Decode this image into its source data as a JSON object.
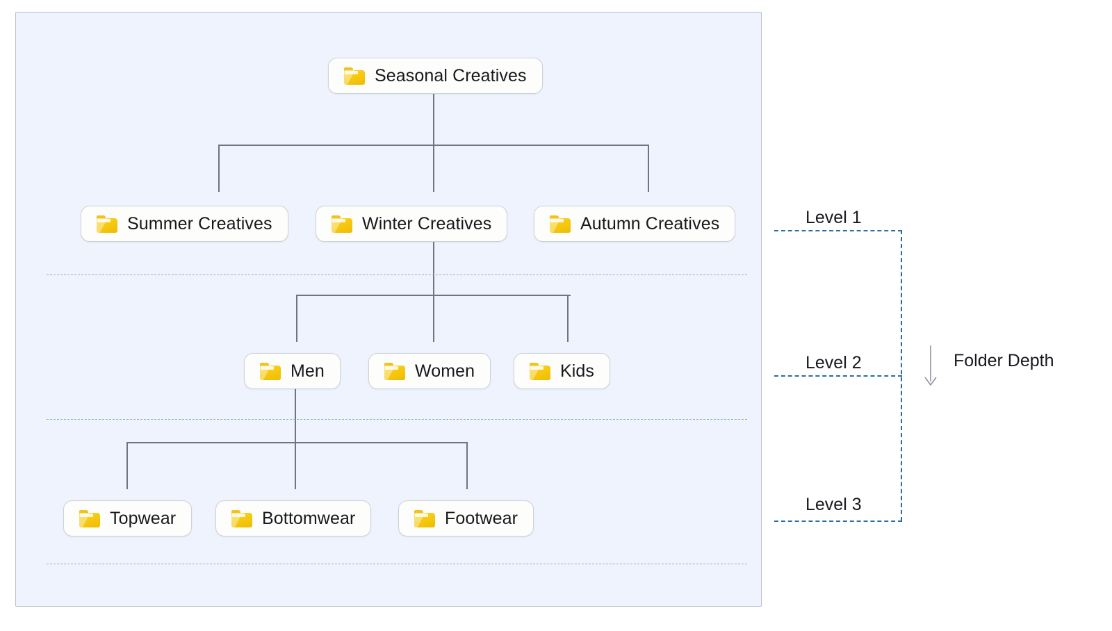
{
  "diagram": {
    "title_present": false,
    "panel": {
      "background_color": "#eef3fd",
      "border_color": "#b9bec7"
    },
    "node_icon_name": "folder-icon",
    "accent_colors": {
      "folder_yellow": "#f7c90f",
      "connector_gray": "#6e757f",
      "level_separator": "#93b5ad",
      "bracket_blue": "#2b6f9c",
      "node_background": "#fdfdfb",
      "node_border": "#cdd2d8",
      "text": "#16181c"
    },
    "tree": {
      "root": {
        "label": "Seasonal Creatives"
      },
      "level_1": [
        {
          "label": "Summer Creatives"
        },
        {
          "label": "Winter Creatives"
        },
        {
          "label": "Autumn Creatives"
        }
      ],
      "level_2": [
        {
          "label": "Men"
        },
        {
          "label": "Women"
        },
        {
          "label": "Kids"
        }
      ],
      "level_3": [
        {
          "label": "Topwear"
        },
        {
          "label": "Bottomwear"
        },
        {
          "label": "Footwear"
        }
      ]
    },
    "legend": {
      "levels": [
        {
          "label": "Level 1"
        },
        {
          "label": "Level 2"
        },
        {
          "label": "Level 3"
        }
      ],
      "depth_label": "Folder Depth",
      "depth_arrow_icon": "arrow-down-icon"
    }
  }
}
